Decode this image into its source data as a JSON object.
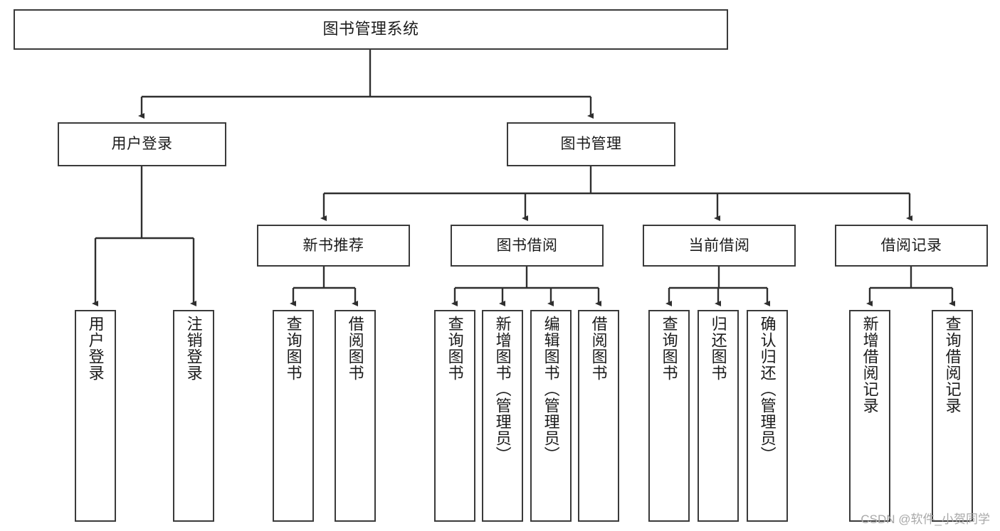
{
  "diagram": {
    "title": "图书管理系统",
    "type": "tree-hierarchy-chart",
    "orientation": "top-down",
    "colors": {
      "box_border": "#3a3a3a",
      "box_fill": "#ffffff",
      "edge": "#2f2f2f",
      "text": "#1b1b1b",
      "background": "#ffffff",
      "watermark": "#a8a8a8"
    }
  },
  "nodes": {
    "root": {
      "label": "图书管理系统",
      "level": 0
    },
    "level1": [
      {
        "id": "user-login",
        "label": "用户登录"
      },
      {
        "id": "book-manage",
        "label": "图书管理"
      }
    ],
    "level2": [
      {
        "id": "new-book-recommend",
        "label": "新书推荐",
        "parent": "book-manage"
      },
      {
        "id": "book-borrow",
        "label": "图书借阅",
        "parent": "book-manage"
      },
      {
        "id": "current-borrow",
        "label": "当前借阅",
        "parent": "book-manage"
      },
      {
        "id": "borrow-record",
        "label": "借阅记录",
        "parent": "book-manage"
      }
    ],
    "leaves": [
      {
        "id": "leaf-user-login",
        "label": "用户登录",
        "parent": "user-login"
      },
      {
        "id": "leaf-logout-login",
        "label": "注销登录",
        "parent": "user-login"
      },
      {
        "id": "leaf-query-book-1",
        "label": "查询图书",
        "parent": "new-book-recommend"
      },
      {
        "id": "leaf-borrow-book-1",
        "label": "借阅图书",
        "parent": "new-book-recommend"
      },
      {
        "id": "leaf-query-book-2",
        "label": "查询图书",
        "parent": "book-borrow"
      },
      {
        "id": "leaf-add-book",
        "label": "新增图书（管理员）",
        "parent": "book-borrow"
      },
      {
        "id": "leaf-edit-book",
        "label": "编辑图书（管理员）",
        "parent": "book-borrow"
      },
      {
        "id": "leaf-borrow-book-2",
        "label": "借阅图书",
        "parent": "book-borrow"
      },
      {
        "id": "leaf-query-book-3",
        "label": "查询图书",
        "parent": "current-borrow"
      },
      {
        "id": "leaf-return-book",
        "label": "归还图书",
        "parent": "current-borrow"
      },
      {
        "id": "leaf-confirm-return",
        "label": "确认归还（管理员）",
        "parent": "current-borrow"
      },
      {
        "id": "leaf-add-record",
        "label": "新增借阅记录",
        "parent": "borrow-record"
      },
      {
        "id": "leaf-query-record",
        "label": "查询借阅记录",
        "parent": "borrow-record"
      }
    ]
  },
  "watermark": {
    "text": "CSDN @软件_小贺同学"
  }
}
